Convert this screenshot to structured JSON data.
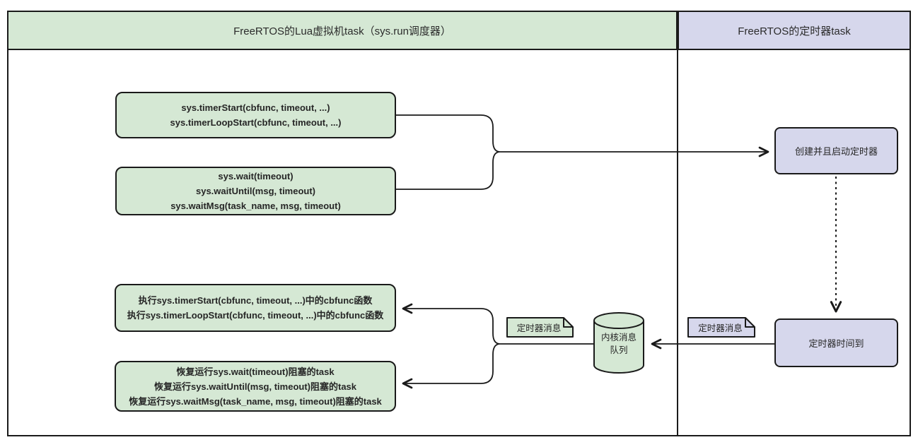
{
  "colors": {
    "green_fill": "#d5e8d4",
    "lavender_fill": "#d6d7ec",
    "stroke": "#1a1a1a",
    "text": "#262626"
  },
  "lanes": {
    "left": {
      "title": "FreeRTOS的Lua虚拟机task（sys.run调度器）"
    },
    "right": {
      "title": "FreeRTOS的定时器task"
    }
  },
  "nodes": {
    "timer_start": {
      "lines": [
        "sys.timerStart(cbfunc, timeout, ...)",
        "sys.timerLoopStart(cbfunc, timeout, ...)"
      ]
    },
    "wait_calls": {
      "lines": [
        "sys.wait(timeout)",
        "sys.waitUntil(msg, timeout)",
        "sys.waitMsg(task_name, msg, timeout)"
      ]
    },
    "exec_cbfunc": {
      "lines": [
        "执行sys.timerStart(cbfunc, timeout, ...)中的cbfunc函数",
        "执行sys.timerLoopStart(cbfunc, timeout, ...)中的cbfunc函数"
      ]
    },
    "resume_tasks": {
      "lines": [
        "恢复运行sys.wait(timeout)阻塞的task",
        "恢复运行sys.waitUntil(msg, timeout)阻塞的task",
        "恢复运行sys.waitMsg(task_name, msg, timeout)阻塞的task"
      ]
    },
    "create_timer": {
      "label": "创建并且启动定时器"
    },
    "timer_expired": {
      "label": "定时器时间到"
    }
  },
  "queue": {
    "lines": [
      "内核消息",
      "队列"
    ]
  },
  "notes": {
    "timer_msg_left": {
      "label": "定时器消息"
    },
    "timer_msg_right": {
      "label": "定时器消息"
    }
  }
}
